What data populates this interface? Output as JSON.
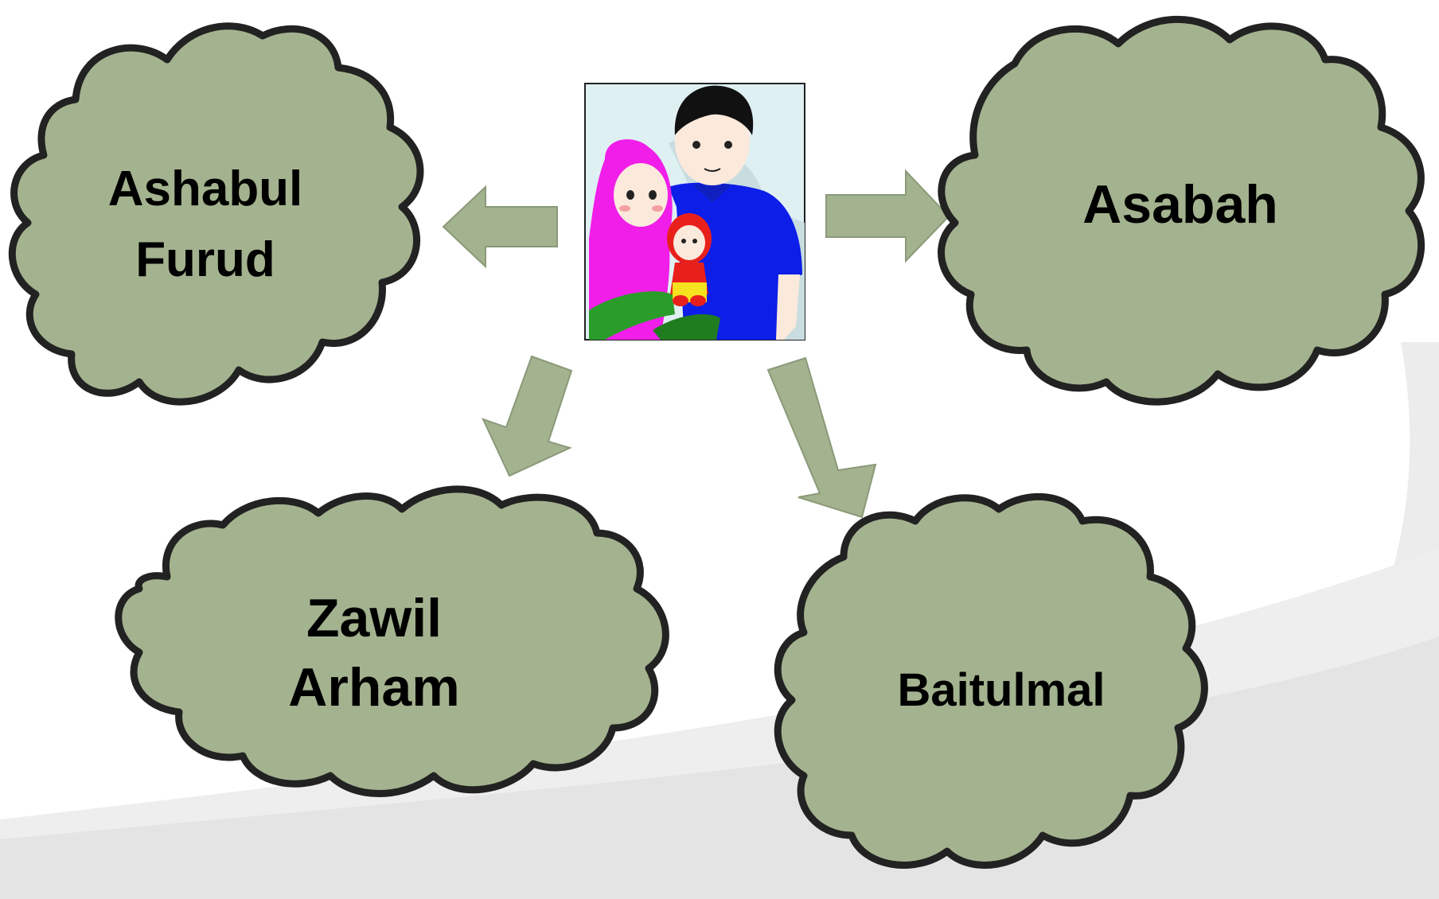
{
  "center": {
    "image": "family-illustration"
  },
  "nodes": [
    {
      "id": "ashabul-furud",
      "lines": [
        "Ashabul",
        "Furud"
      ]
    },
    {
      "id": "asabah",
      "lines": [
        "Asabah"
      ]
    },
    {
      "id": "zawil-arham",
      "lines": [
        "Zawil",
        "Arham"
      ]
    },
    {
      "id": "baitulmal",
      "lines": [
        "Baitulmal"
      ]
    }
  ],
  "colors": {
    "cloud_fill": "#a4b38f",
    "cloud_outline": "#222222",
    "arrow_fill": "#a4b38f",
    "background_swoosh": "#e6e6e6",
    "text": "#000000"
  }
}
